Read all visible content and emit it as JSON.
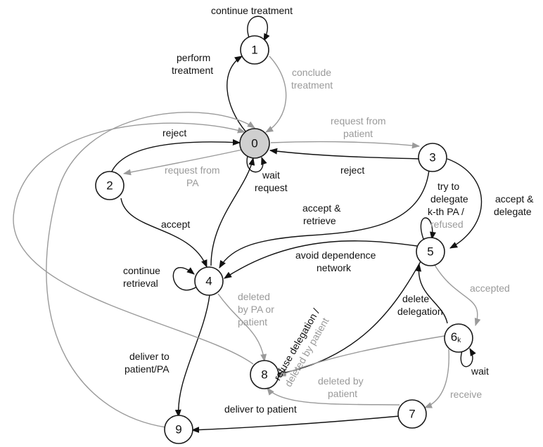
{
  "nodes": {
    "n0": "0",
    "n1": "1",
    "n2": "2",
    "n3": "3",
    "n4": "4",
    "n5": "5",
    "n6": "6",
    "n6_sub": "k",
    "n7": "7",
    "n8": "8",
    "n9": "9"
  },
  "labels": {
    "continue_treatment": "continue treatment",
    "perform_treatment_1": "perform",
    "perform_treatment_2": "treatment",
    "conclude_treatment_1": "conclude",
    "conclude_treatment_2": "treatment",
    "reject_2": "reject",
    "request_from_patient_1": "request from",
    "request_from_patient_2": "patient",
    "reject_3": "reject",
    "request_from_pa_1": "request from",
    "request_from_pa_2": "PA",
    "wait_request_1": "wait",
    "wait_request_2": "request",
    "accept": "accept",
    "accept_retrieve_1": "accept &",
    "accept_retrieve_2": "retrieve",
    "accept_delegate_1": "accept &",
    "accept_delegate_2": "delegate",
    "try_delegate_1": "try to",
    "try_delegate_2": "delegate",
    "try_delegate_3": "k-th PA /",
    "try_delegate_4": "refused",
    "avoid_dependence_1": "avoid dependence",
    "avoid_dependence_2": "network",
    "continue_retrieval_1": "continue",
    "continue_retrieval_2": "retrieval",
    "deleted_by_pa_1": "deleted",
    "deleted_by_pa_2": "by PA or",
    "deleted_by_pa_3": "patient",
    "accepted": "accepted",
    "delete_delegation_1": "delete",
    "delete_delegation_2": "delegation",
    "refuse_delegation_1": "refuse delegation /",
    "refuse_delegation_2": "deleted by patient",
    "wait": "wait",
    "deliver_patient_pa_1": "deliver to",
    "deliver_patient_pa_2": "patient/PA",
    "deleted_by_patient_1": "deleted by",
    "deleted_by_patient_2": "patient",
    "receive": "receive",
    "deliver_to_patient": "deliver to patient"
  },
  "colors": {
    "black_edge": "#111111",
    "gray_edge": "#9a9a9a",
    "initial_fill": "#cfcfcf"
  }
}
